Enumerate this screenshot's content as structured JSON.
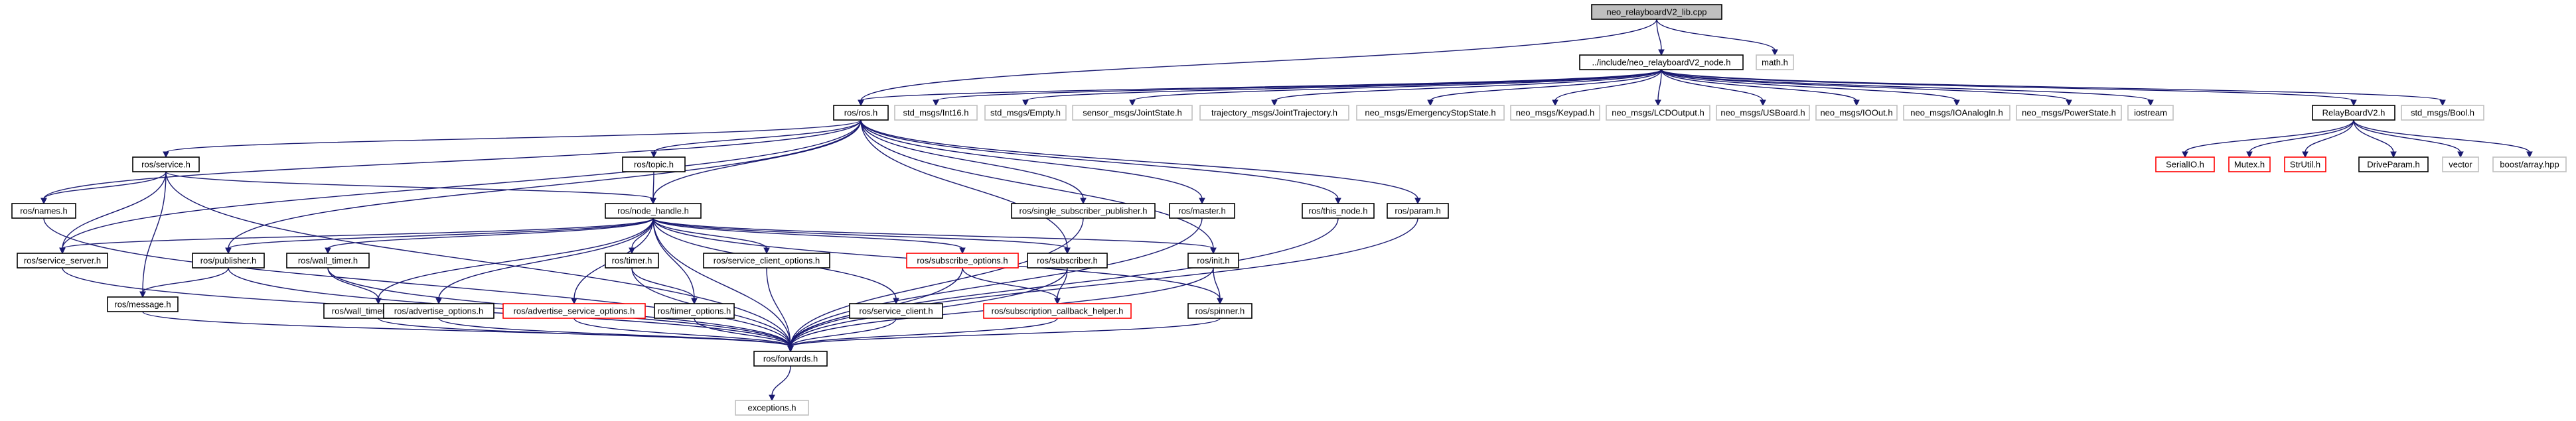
{
  "colors": {
    "edge": "#191970",
    "box_border": "#000000",
    "missing_border": "#ff0000",
    "root_fill": "#bfbfbf",
    "plain_border": "#bfbfbf"
  },
  "nodes": [
    {
      "id": "root",
      "label": "neo_relayboardV2_lib.cpp",
      "style": "root"
    },
    {
      "id": "relay_node",
      "label": "../include/neo_relayboardV2_node.h",
      "style": "boxed"
    },
    {
      "id": "math",
      "label": "math.h",
      "style": "plain"
    },
    {
      "id": "ros",
      "label": "ros/ros.h",
      "style": "boxed"
    },
    {
      "id": "int16",
      "label": "std_msgs/Int16.h",
      "style": "plain"
    },
    {
      "id": "empty",
      "label": "std_msgs/Empty.h",
      "style": "plain"
    },
    {
      "id": "jointstate",
      "label": "sensor_msgs/JointState.h",
      "style": "plain"
    },
    {
      "id": "jointtraj",
      "label": "trajectory_msgs/JointTrajectory.h",
      "style": "plain"
    },
    {
      "id": "estop",
      "label": "neo_msgs/EmergencyStopState.h",
      "style": "plain"
    },
    {
      "id": "keypad",
      "label": "neo_msgs/Keypad.h",
      "style": "plain"
    },
    {
      "id": "lcd",
      "label": "neo_msgs/LCDOutput.h",
      "style": "plain"
    },
    {
      "id": "usboard",
      "label": "neo_msgs/USBoard.h",
      "style": "plain"
    },
    {
      "id": "ioout",
      "label": "neo_msgs/IOOut.h",
      "style": "plain"
    },
    {
      "id": "ioanalog",
      "label": "neo_msgs/IOAnalogIn.h",
      "style": "plain"
    },
    {
      "id": "powerstate",
      "label": "neo_msgs/PowerState.h",
      "style": "plain"
    },
    {
      "id": "iostream",
      "label": "iostream",
      "style": "plain"
    },
    {
      "id": "relayv2",
      "label": "RelayBoardV2.h",
      "style": "boxed"
    },
    {
      "id": "bool",
      "label": "std_msgs/Bool.h",
      "style": "plain"
    },
    {
      "id": "serialio",
      "label": "SerialIO.h",
      "style": "missing"
    },
    {
      "id": "mutex",
      "label": "Mutex.h",
      "style": "missing"
    },
    {
      "id": "strutil",
      "label": "StrUtil.h",
      "style": "missing"
    },
    {
      "id": "driveparam",
      "label": "DriveParam.h",
      "style": "boxed"
    },
    {
      "id": "vector",
      "label": "vector",
      "style": "plain"
    },
    {
      "id": "boostarray",
      "label": "boost/array.hpp",
      "style": "plain"
    },
    {
      "id": "service",
      "label": "ros/service.h",
      "style": "boxed"
    },
    {
      "id": "topic",
      "label": "ros/topic.h",
      "style": "boxed"
    },
    {
      "id": "ssp",
      "label": "ros/single_subscriber_publisher.h",
      "style": "boxed"
    },
    {
      "id": "master",
      "label": "ros/master.h",
      "style": "boxed"
    },
    {
      "id": "thisnode",
      "label": "ros/this_node.h",
      "style": "boxed"
    },
    {
      "id": "param",
      "label": "ros/param.h",
      "style": "boxed"
    },
    {
      "id": "names",
      "label": "ros/names.h",
      "style": "boxed"
    },
    {
      "id": "nodehandle",
      "label": "ros/node_handle.h",
      "style": "boxed"
    },
    {
      "id": "servserver",
      "label": "ros/service_server.h",
      "style": "boxed"
    },
    {
      "id": "publisher",
      "label": "ros/publisher.h",
      "style": "boxed"
    },
    {
      "id": "walltimer",
      "label": "ros/wall_timer.h",
      "style": "boxed"
    },
    {
      "id": "timer",
      "label": "ros/timer.h",
      "style": "boxed"
    },
    {
      "id": "scopts",
      "label": "ros/service_client_options.h",
      "style": "boxed"
    },
    {
      "id": "subopts",
      "label": "ros/subscribe_options.h",
      "style": "missing"
    },
    {
      "id": "subscriber",
      "label": "ros/subscriber.h",
      "style": "boxed"
    },
    {
      "id": "init",
      "label": "ros/init.h",
      "style": "boxed"
    },
    {
      "id": "message",
      "label": "ros/message.h",
      "style": "boxed"
    },
    {
      "id": "wtopts",
      "label": "ros/wall_timer_options.h",
      "style": "boxed"
    },
    {
      "id": "advopts",
      "label": "ros/advertise_options.h",
      "style": "boxed"
    },
    {
      "id": "advsrvopts",
      "label": "ros/advertise_service_options.h",
      "style": "missing"
    },
    {
      "id": "timeropts",
      "label": "ros/timer_options.h",
      "style": "boxed"
    },
    {
      "id": "servclient",
      "label": "ros/service_client.h",
      "style": "boxed"
    },
    {
      "id": "subcb",
      "label": "ros/subscription_callback_helper.h",
      "style": "missing"
    },
    {
      "id": "spinner",
      "label": "ros/spinner.h",
      "style": "boxed"
    },
    {
      "id": "forwards",
      "label": "ros/forwards.h",
      "style": "boxed"
    },
    {
      "id": "exceptions",
      "label": "exceptions.h",
      "style": "plain"
    }
  ],
  "edges": [
    [
      "root",
      "relay_node"
    ],
    [
      "root",
      "math"
    ],
    [
      "root",
      "ros"
    ],
    [
      "relay_node",
      "ros"
    ],
    [
      "relay_node",
      "int16"
    ],
    [
      "relay_node",
      "empty"
    ],
    [
      "relay_node",
      "jointstate"
    ],
    [
      "relay_node",
      "jointtraj"
    ],
    [
      "relay_node",
      "estop"
    ],
    [
      "relay_node",
      "keypad"
    ],
    [
      "relay_node",
      "lcd"
    ],
    [
      "relay_node",
      "usboard"
    ],
    [
      "relay_node",
      "ioout"
    ],
    [
      "relay_node",
      "ioanalog"
    ],
    [
      "relay_node",
      "powerstate"
    ],
    [
      "relay_node",
      "iostream"
    ],
    [
      "relay_node",
      "relayv2"
    ],
    [
      "relay_node",
      "bool"
    ],
    [
      "relayv2",
      "serialio"
    ],
    [
      "relayv2",
      "mutex"
    ],
    [
      "relayv2",
      "strutil"
    ],
    [
      "relayv2",
      "driveparam"
    ],
    [
      "relayv2",
      "vector"
    ],
    [
      "relayv2",
      "boostarray"
    ],
    [
      "ros",
      "service"
    ],
    [
      "ros",
      "topic"
    ],
    [
      "ros",
      "nodehandle"
    ],
    [
      "ros",
      "ssp"
    ],
    [
      "ros",
      "master"
    ],
    [
      "ros",
      "thisnode"
    ],
    [
      "ros",
      "param"
    ],
    [
      "ros",
      "names"
    ],
    [
      "ros",
      "servserver"
    ],
    [
      "ros",
      "publisher"
    ],
    [
      "ros",
      "subscriber"
    ],
    [
      "ros",
      "init"
    ],
    [
      "service",
      "names"
    ],
    [
      "service",
      "nodehandle"
    ],
    [
      "service",
      "servserver"
    ],
    [
      "service",
      "message"
    ],
    [
      "service",
      "forwards"
    ],
    [
      "topic",
      "nodehandle"
    ],
    [
      "names",
      "forwards"
    ],
    [
      "nodehandle",
      "servserver"
    ],
    [
      "nodehandle",
      "publisher"
    ],
    [
      "nodehandle",
      "walltimer"
    ],
    [
      "nodehandle",
      "timer"
    ],
    [
      "nodehandle",
      "scopts"
    ],
    [
      "nodehandle",
      "subopts"
    ],
    [
      "nodehandle",
      "subscriber"
    ],
    [
      "nodehandle",
      "init"
    ],
    [
      "nodehandle",
      "wtopts"
    ],
    [
      "nodehandle",
      "advopts"
    ],
    [
      "nodehandle",
      "advsrvopts"
    ],
    [
      "nodehandle",
      "timeropts"
    ],
    [
      "nodehandle",
      "servclient"
    ],
    [
      "nodehandle",
      "spinner"
    ],
    [
      "nodehandle",
      "forwards"
    ],
    [
      "servserver",
      "forwards"
    ],
    [
      "publisher",
      "message"
    ],
    [
      "publisher",
      "forwards"
    ],
    [
      "walltimer",
      "wtopts"
    ],
    [
      "walltimer",
      "forwards"
    ],
    [
      "timer",
      "timeropts"
    ],
    [
      "timer",
      "forwards"
    ],
    [
      "scopts",
      "forwards"
    ],
    [
      "subopts",
      "subcb"
    ],
    [
      "subopts",
      "forwards"
    ],
    [
      "subscriber",
      "subcb"
    ],
    [
      "subscriber",
      "forwards"
    ],
    [
      "init",
      "spinner"
    ],
    [
      "init",
      "forwards"
    ],
    [
      "message",
      "forwards"
    ],
    [
      "wtopts",
      "forwards"
    ],
    [
      "advopts",
      "forwards"
    ],
    [
      "advsrvopts",
      "forwards"
    ],
    [
      "timeropts",
      "forwards"
    ],
    [
      "servclient",
      "forwards"
    ],
    [
      "subcb",
      "forwards"
    ],
    [
      "spinner",
      "forwards"
    ],
    [
      "ssp",
      "forwards"
    ],
    [
      "master",
      "forwards"
    ],
    [
      "thisnode",
      "forwards"
    ],
    [
      "param",
      "forwards"
    ],
    [
      "forwards",
      "exceptions"
    ]
  ]
}
